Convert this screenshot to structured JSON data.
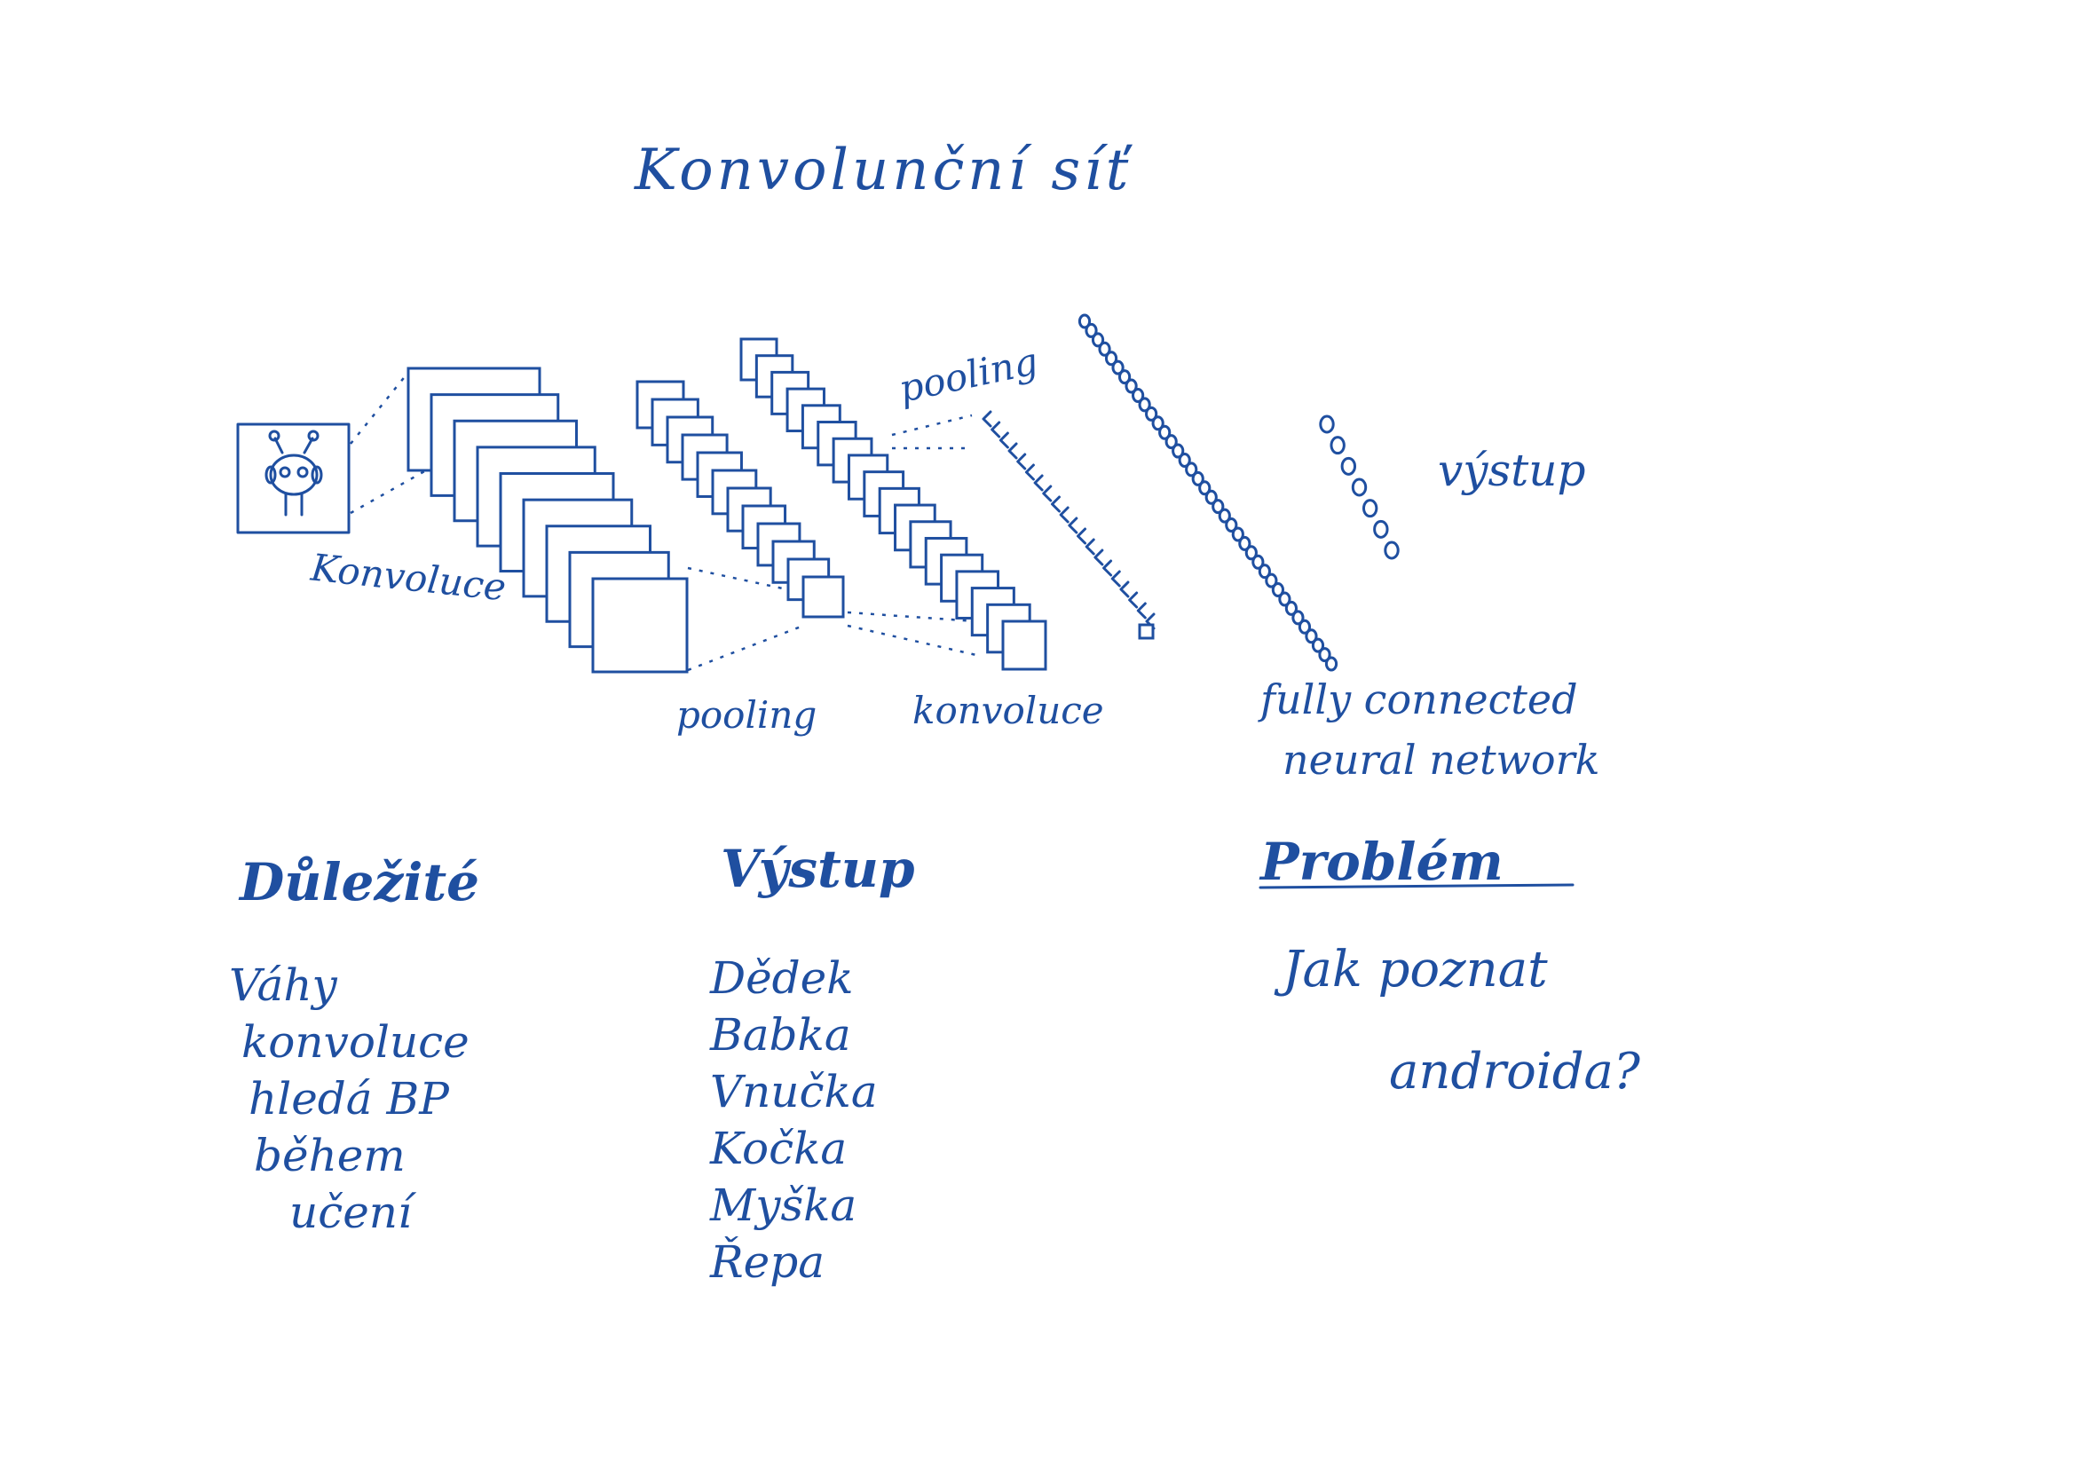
{
  "title": "Konvolunční síť",
  "diagram": {
    "labels": {
      "conv1": "Konvoluce",
      "pool1": "pooling",
      "conv2": "konvoluce",
      "pool2": "pooling",
      "fc_line1": "fully connected",
      "fc_line2": "neural network",
      "output": "výstup"
    }
  },
  "sections": {
    "important": {
      "heading": "Důležité",
      "items": [
        "Váhy",
        "konvoluce",
        "hledá BP",
        "během",
        "učení"
      ]
    },
    "output": {
      "heading": "Výstup",
      "items": [
        "Dědek",
        "Babka",
        "Vnučka",
        "Kočka",
        "Myška",
        "Řepa"
      ]
    },
    "problem": {
      "heading": "Problém",
      "line1": "Jak poznat",
      "line2": "androida?"
    }
  }
}
